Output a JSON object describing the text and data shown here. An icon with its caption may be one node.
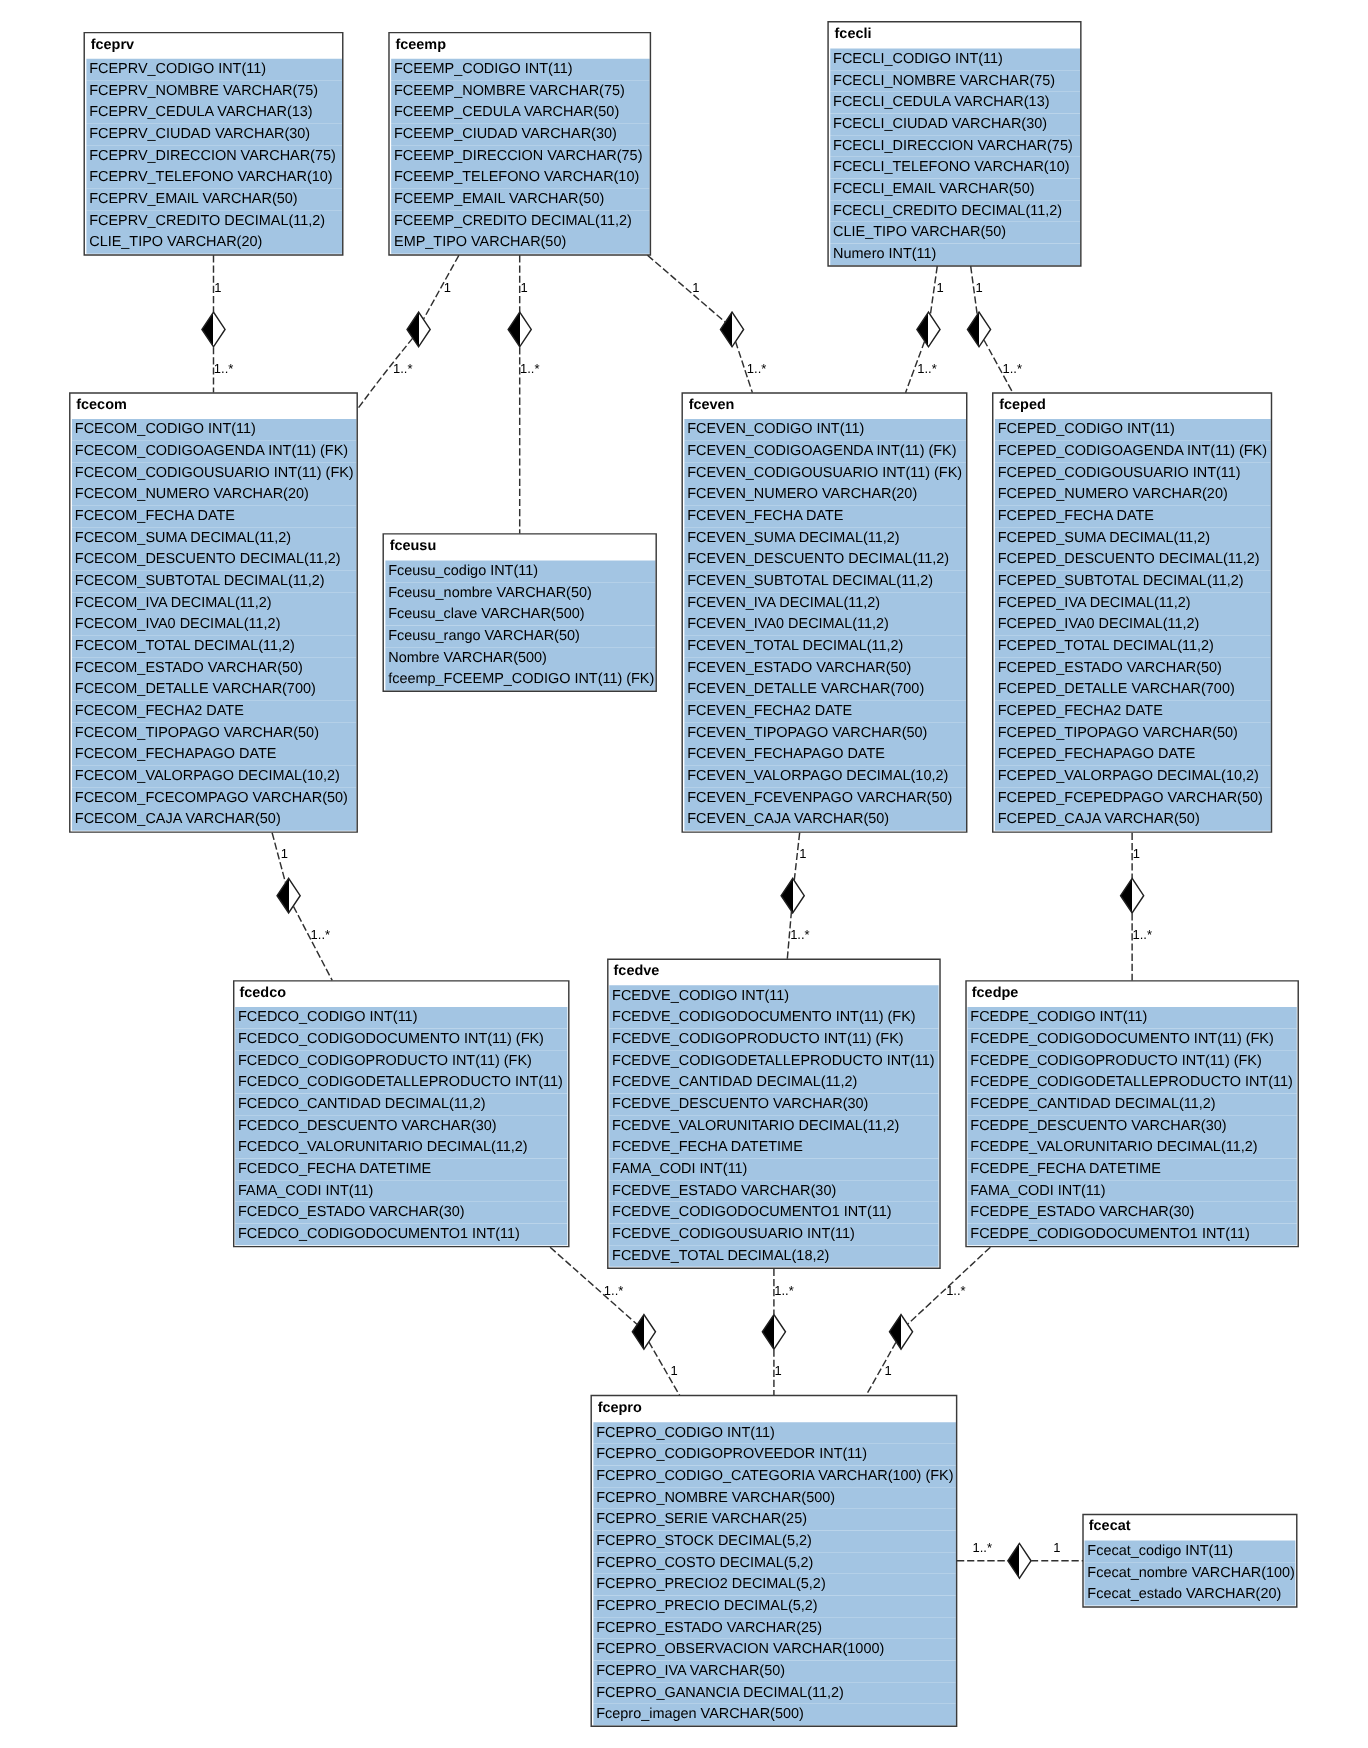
{
  "diagram": {
    "nodes": [
      {
        "text": [
          "fcecli",
          "FCECLI_CODIGO INT(11)",
          "FCECLI_NOMBRE VARCHAR(75)",
          "FCECLI_CEDULA VARCHAR(13)",
          "FCECLI_CIUDAD VARCHAR(30)",
          "FCECLI_DIRECCION VARCHAR(75)",
          "FCECLI_TELEFONO VARCHAR(10)",
          "FCECLI_EMAIL VARCHAR(50)",
          "FCECLI_CREDITO DECIMAL(11,2)",
          "CLIE_TIPO VARCHAR(50)",
          "Numero INT(11)"
        ]
      },
      {
        "text": [
          "fceped",
          "FCEPED_CODIGO INT(11)",
          "FCEPED_CODIGOAGENDA INT(11) (FK)",
          "FCEPED_CODIGOUSUARIO INT(11)",
          "FCEPED_NUMERO VARCHAR(20)",
          "FCEPED_FECHA DATE",
          "FCEPED_SUMA DECIMAL(11,2)",
          "FCEPED_DESCUENTO DECIMAL(11,2)",
          "FCEPED_SUBTOTAL DECIMAL(11,2)",
          "FCEPED_IVA DECIMAL(11,2)",
          "FCEPED_IVA0 DECIMAL(11,2)",
          "FCEPED_TOTAL DECIMAL(11,2)",
          "FCEPED_ESTADO VARCHAR(50)",
          "FCEPED_DETALLE VARCHAR(700)",
          "FCEPED_FECHA2 DATE",
          "FCEPED_TIPOPAGO VARCHAR(50)",
          "FCEPED_FECHAPAGO DATE",
          "FCEPED_VALORPAGO DECIMAL(10,2)",
          "FCEPED_FCEPEDPAGO VARCHAR(50)",
          "FCEPED_CAJA VARCHAR(50)"
        ]
      },
      {
        "text": [
          "fceven",
          "FCEVEN_CODIGO INT(11)",
          "FCEVEN_CODIGOAGENDA INT(11) (FK)",
          "FCEVEN_CODIGOUSUARIO INT(11) (FK)",
          "FCEVEN_NUMERO VARCHAR(20)",
          "FCEVEN_FECHA DATE",
          "FCEVEN_SUMA DECIMAL(11,2)",
          "FCEVEN_DESCUENTO DECIMAL(11,2)",
          "FCEVEN_SUBTOTAL DECIMAL(11,2)",
          "FCEVEN_IVA DECIMAL(11,2)",
          "FCEVEN_IVA0 DECIMAL(11,2)",
          "FCEVEN_TOTAL DECIMAL(11,2)",
          "FCEVEN_ESTADO VARCHAR(50)",
          "FCEVEN_DETALLE VARCHAR(700)",
          "FCEVEN_FECHA2 DATE",
          "FCEVEN_TIPOPAGO VARCHAR(50)",
          "FCEVEN_FECHAPAGO DATE",
          "FCEVEN_VALORPAGO DECIMAL(10,2)",
          "FCEVEN_FCEVENPAGO VARCHAR(50)",
          "FCEVEN_CAJA VARCHAR(50)"
        ]
      },
      {
        "text": [
          "fcedve",
          "FCEDVE_CODIGO INT(11)",
          "FCEDVE_CODIGODOCUMENTO INT(11) (FK)",
          "FCEDVE_CODIGOPRODUCTO INT(11) (FK)",
          "FCEDVE_CODIGODETALLEPRODUCTO INT(11)",
          "FCEDVE_CANTIDAD DECIMAL(11,2)",
          "FCEDVE_DESCUENTO VARCHAR(30)",
          "FCEDVE_VALORUNITARIO DECIMAL(11,2)",
          "FCEDVE_FECHA DATETIME",
          "FAMA_CODI INT(11)",
          "FCEDVE_ESTADO VARCHAR(30)",
          "FCEDVE_CODIGODOCUMENTO1 INT(11)",
          "FCEDVE_CODIGOUSUARIO INT(11)",
          "FCEDVE_TOTAL DECIMAL(18,2)"
        ]
      },
      {
        "text": [
          "fceemp",
          "FCEEMP_CODIGO INT(11)",
          "FCEEMP_NOMBRE VARCHAR(75)",
          "FCEEMP_CEDULA VARCHAR(50)",
          "FCEEMP_CIUDAD VARCHAR(30)",
          "FCEEMP_DIRECCION VARCHAR(75)",
          "FCEEMP_TELEFONO VARCHAR(10)",
          "FCEEMP_EMAIL VARCHAR(50)",
          "FCEEMP_CREDITO DECIMAL(11,2)",
          "EMP_TIPO VARCHAR(50)"
        ]
      },
      {
        "text": [
          "fceusu",
          "Fceusu_codigo INT(11)",
          "Fceusu_nombre VARCHAR(50)",
          "Fceusu_clave VARCHAR(500)",
          "Fceusu_rango VARCHAR(50)",
          "Nombre VARCHAR(500)",
          "fceemp_FCEEMP_CODIGO INT(11) (FK)"
        ]
      },
      {
        "text": [
          "fcedco",
          "FCEDCO_CODIGO INT(11)",
          "FCEDCO_CODIGODOCUMENTO INT(11) (FK)",
          "FCEDCO_CODIGOPRODUCTO INT(11) (FK)",
          "FCEDCO_CODIGODETALLEPRODUCTO INT(11)",
          "FCEDCO_CANTIDAD DECIMAL(11,2)",
          "FCEDCO_DESCUENTO VARCHAR(30)",
          "FCEDCO_VALORUNITARIO DECIMAL(11,2)",
          "FCEDCO_FECHA DATETIME",
          "FAMA_CODI INT(11)",
          "FCEDCO_ESTADO VARCHAR(30)",
          "FCEDCO_CODIGODOCUMENTO1 INT(11)"
        ]
      },
      {
        "text": [
          "fcecom",
          "FCECOM_CODIGO INT(11)",
          "FCECOM_CODIGOAGENDA INT(11) (FK)",
          "FCECOM_CODIGOUSUARIO INT(11) (FK)",
          "FCECOM_NUMERO VARCHAR(20)",
          "FCECOM_FECHA DATE",
          "FCECOM_SUMA DECIMAL(11,2)",
          "FCECOM_DESCUENTO DECIMAL(11,2)",
          "FCECOM_SUBTOTAL DECIMAL(11,2)",
          "FCECOM_IVA DECIMAL(11,2)",
          "FCECOM_IVA0 DECIMAL(11,2)",
          "FCECOM_TOTAL DECIMAL(11,2)",
          "FCECOM_ESTADO VARCHAR(50)",
          "FCECOM_DETALLE VARCHAR(700)",
          "FCECOM_FECHA2 DATE",
          "FCECOM_TIPOPAGO VARCHAR(50)",
          "FCECOM_FECHAPAGO DATE",
          "FCECOM_VALORPAGO DECIMAL(10,2)",
          "FCECOM_FCECOMPAGO VARCHAR(50)",
          "FCECOM_CAJA VARCHAR(50)"
        ]
      },
      {
        "text": [
          "fceprv",
          "FCEPRV_CODIGO INT(11)",
          "FCEPRV_NOMBRE VARCHAR(75)",
          "FCEPRV_CEDULA VARCHAR(13)",
          "FCEPRV_CIUDAD VARCHAR(30)",
          "FCEPRV_DIRECCION VARCHAR(75)",
          "FCEPRV_TELEFONO VARCHAR(10)",
          "FCEPRV_EMAIL VARCHAR(50)",
          "FCEPRV_CREDITO DECIMAL(11,2)",
          "CLIE_TIPO VARCHAR(20)"
        ]
      },
      {
        "text": [
          "fcedpe",
          "FCEDPE_CODIGO INT(11)",
          "FCEDPE_CODIGODOCUMENTO INT(11) (FK)",
          "FCEDPE_CODIGOPRODUCTO INT(11) (FK)",
          "FCEDPE_CODIGODETALLEPRODUCTO INT(11)",
          "FCEDPE_CANTIDAD DECIMAL(11,2)",
          "FCEDPE_DESCUENTO VARCHAR(30)",
          "FCEDPE_VALORUNITARIO DECIMAL(11,2)",
          "FCEDPE_FECHA DATETIME",
          "FAMA_CODI INT(11)",
          "FCEDPE_ESTADO VARCHAR(30)",
          "FCEDPE_CODIGODOCUMENTO1 INT(11)"
        ]
      },
      {
        "text": [
          "fcepro",
          "FCEPRO_CODIGO INT(11)",
          "FCEPRO_CODIGOPROVEEDOR INT(11)",
          "FCEPRO_CODIGO_CATEGORIA VARCHAR(100) (FK)",
          "FCEPRO_NOMBRE VARCHAR(500)",
          "FCEPRO_SERIE VARCHAR(25)",
          "FCEPRO_STOCK DECIMAL(5,2)",
          "FCEPRO_COSTO DECIMAL(5,2)",
          "FCEPRO_PRECIO2 DECIMAL(5,2)",
          "FCEPRO_PRECIO DECIMAL(5,2)",
          "FCEPRO_ESTADO VARCHAR(25)",
          "FCEPRO_OBSERVACION VARCHAR(1000)",
          "FCEPRO_IVA VARCHAR(50)",
          "FCEPRO_GANANCIA DECIMAL(11,2)",
          "Fcepro_imagen VARCHAR(500)"
        ]
      },
      {
        "text": [
          "fcecat",
          "Fcecat_codigo INT(11)",
          "Fcecat_nombre VARCHAR(100)",
          "Fcecat_estado VARCHAR(20)"
        ]
      },
      {
        "text": [],
        "shape": "diamond"
      },
      {
        "text": [],
        "shape": "diamond"
      },
      {
        "text": [],
        "shape": "diamond"
      },
      {
        "text": [],
        "shape": "diamond"
      },
      {
        "text": [],
        "shape": "diamond"
      },
      {
        "text": [],
        "shape": "diamond"
      },
      {
        "text": [],
        "shape": "diamond"
      },
      {
        "text": [],
        "shape": "diamond"
      },
      {
        "text": [],
        "shape": "diamond"
      },
      {
        "text": [],
        "shape": "diamond"
      },
      {
        "text": [],
        "shape": "diamond"
      },
      {
        "text": [],
        "shape": "diamond"
      },
      {
        "text": [],
        "shape": "diamond"
      }
    ],
    "edges": [
      {
        "from": 0,
        "to": 12,
        "label": "1",
        "arrow": "none",
        "style": "dashed"
      },
      {
        "from": 12,
        "to": 2,
        "label": "1..*",
        "arrow": "none",
        "style": "dashed"
      },
      {
        "from": 0,
        "to": 13,
        "label": "1",
        "arrow": "none",
        "style": "dashed"
      },
      {
        "from": 13,
        "to": 1,
        "label": "1..*",
        "arrow": "none",
        "style": "dashed"
      },
      {
        "from": 2,
        "to": 14,
        "label": "1",
        "arrow": "none",
        "style": "dashed"
      },
      {
        "from": 14,
        "to": 3,
        "label": "1..*",
        "arrow": "none",
        "style": "dashed"
      },
      {
        "from": 4,
        "to": 15,
        "label": "1",
        "arrow": "none",
        "style": "dashed"
      },
      {
        "from": 15,
        "to": 2,
        "label": "1..*",
        "arrow": "none",
        "style": "dashed"
      },
      {
        "from": 4,
        "to": 16,
        "label": "1",
        "arrow": "none",
        "style": "dashed"
      },
      {
        "from": 16,
        "to": 5,
        "label": "1..*",
        "arrow": "none",
        "style": "dashed"
      },
      {
        "from": 4,
        "to": 17,
        "label": "1",
        "arrow": "none",
        "style": "dashed"
      },
      {
        "from": 17,
        "to": 7,
        "label": "1..*",
        "arrow": "none",
        "style": "dashed"
      },
      {
        "from": 7,
        "to": 18,
        "label": "1",
        "arrow": "none",
        "style": "dashed"
      },
      {
        "from": 18,
        "to": 6,
        "label": "1..*",
        "arrow": "none",
        "style": "dashed"
      },
      {
        "from": 8,
        "to": 19,
        "label": "1",
        "arrow": "none",
        "style": "dashed"
      },
      {
        "from": 19,
        "to": 7,
        "label": "1..*",
        "arrow": "none",
        "style": "dashed"
      },
      {
        "from": 6,
        "to": 20,
        "label": "1..*",
        "arrow": "none",
        "style": "dashed"
      },
      {
        "from": 20,
        "to": 10,
        "label": "1",
        "arrow": "none",
        "style": "dashed"
      },
      {
        "from": 3,
        "to": 21,
        "label": "1..*",
        "arrow": "none",
        "style": "dashed"
      },
      {
        "from": 21,
        "to": 10,
        "label": "1",
        "arrow": "none",
        "style": "dashed"
      },
      {
        "from": 9,
        "to": 22,
        "label": "1..*",
        "arrow": "none",
        "style": "dashed"
      },
      {
        "from": 22,
        "to": 10,
        "label": "1",
        "arrow": "none",
        "style": "dashed"
      },
      {
        "from": 1,
        "to": 23,
        "label": "1",
        "arrow": "none",
        "style": "dashed"
      },
      {
        "from": 23,
        "to": 9,
        "label": "1..*",
        "arrow": "none",
        "style": "dashed"
      },
      {
        "from": 10,
        "to": 24,
        "label": "1..*",
        "arrow": "none",
        "style": "dashed"
      },
      {
        "from": 24,
        "to": 11,
        "label": "1",
        "arrow": "none",
        "style": "dashed"
      }
    ]
  }
}
